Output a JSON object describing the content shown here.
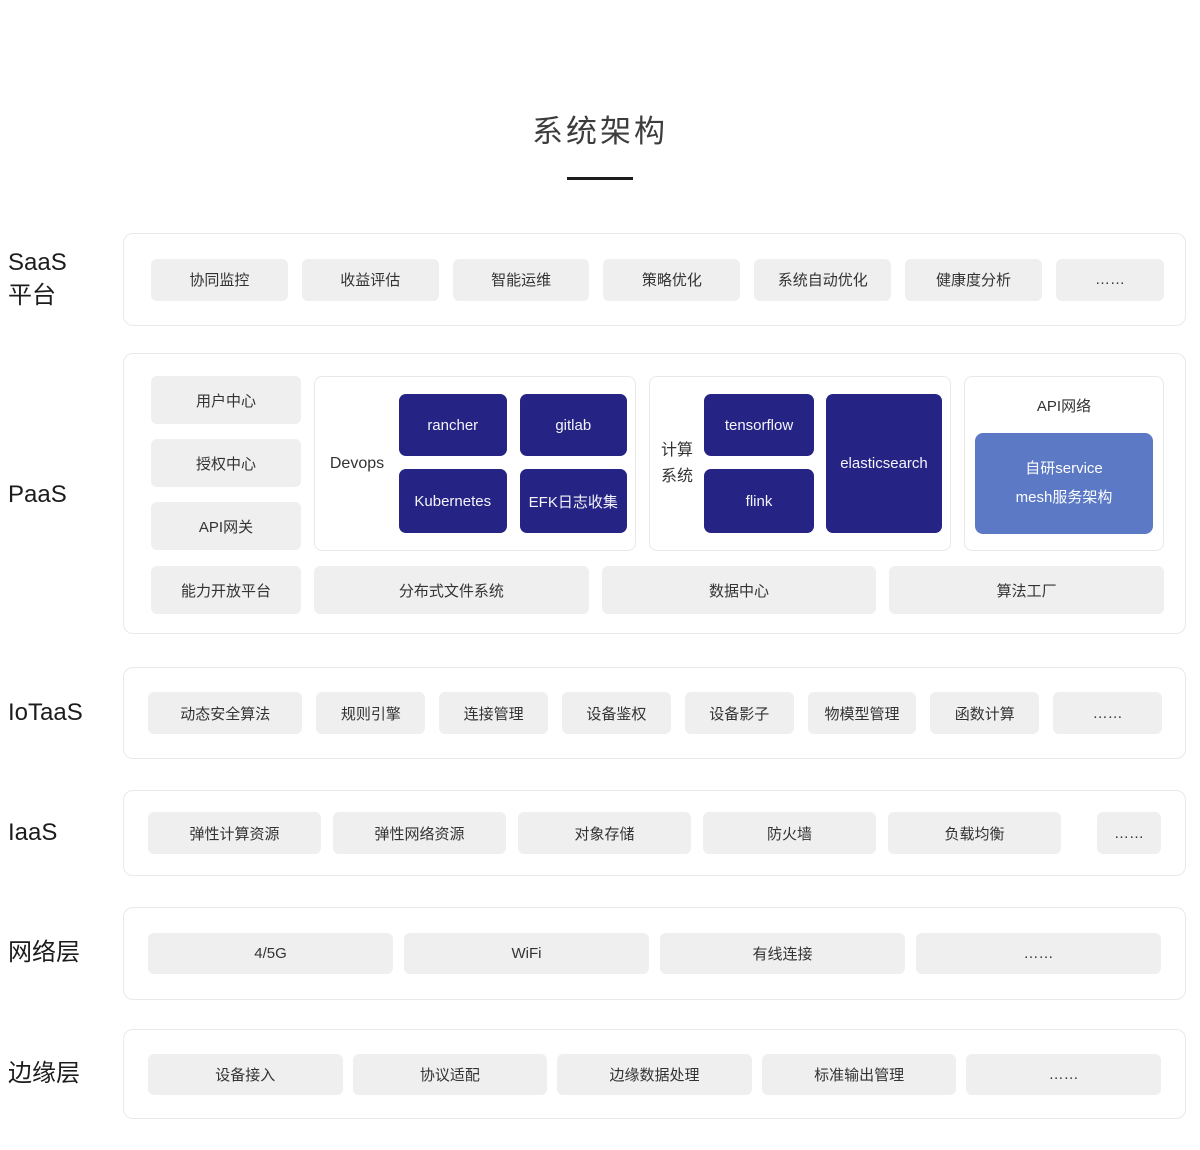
{
  "title": {
    "text": "系统架构"
  },
  "saas": {
    "label_line1": "SaaS",
    "label_line2": "平台",
    "items": [
      "协同监控",
      "收益评估",
      "智能运维",
      "策略优化",
      "系统自动优化",
      "健康度分析",
      "……"
    ]
  },
  "paas": {
    "label": "PaaS",
    "left_items": [
      "用户中心",
      "授权中心",
      "API网关"
    ],
    "devops": {
      "label": "Devops",
      "items": [
        "rancher",
        "gitlab",
        "Kubernetes",
        "EFK日志收集"
      ]
    },
    "compute": {
      "label_line1": "计算",
      "label_line2": "系统",
      "stack_items": [
        "tensorflow",
        "flink"
      ],
      "tall_item": "elasticsearch"
    },
    "api_network": {
      "label": "API网络",
      "box_line1": "自研service",
      "box_line2": "mesh服务架构"
    },
    "bottom_items": [
      "能力开放平台",
      "分布式文件系统",
      "数据中心",
      "算法工厂"
    ]
  },
  "iotaas": {
    "label": "IoTaaS",
    "items": [
      "动态安全算法",
      "规则引擎",
      "连接管理",
      "设备鉴权",
      "设备影子",
      "物模型管理",
      "函数计算",
      "……"
    ]
  },
  "iaas": {
    "label": "IaaS",
    "items": [
      "弹性计算资源",
      "弹性网络资源",
      "对象存储",
      "防火墙",
      "负载均衡",
      "……"
    ]
  },
  "network": {
    "label": "网络层",
    "items": [
      "4/5G",
      "WiFi",
      "有线连接",
      "……"
    ]
  },
  "edge": {
    "label": "边缘层",
    "items": [
      "设备接入",
      "协议适配",
      "边缘数据处理",
      "标准输出管理",
      "……"
    ]
  },
  "colors": {
    "dark_blue": "#252384",
    "light_blue": "#5b79c5",
    "tile_grey": "#efefef"
  }
}
